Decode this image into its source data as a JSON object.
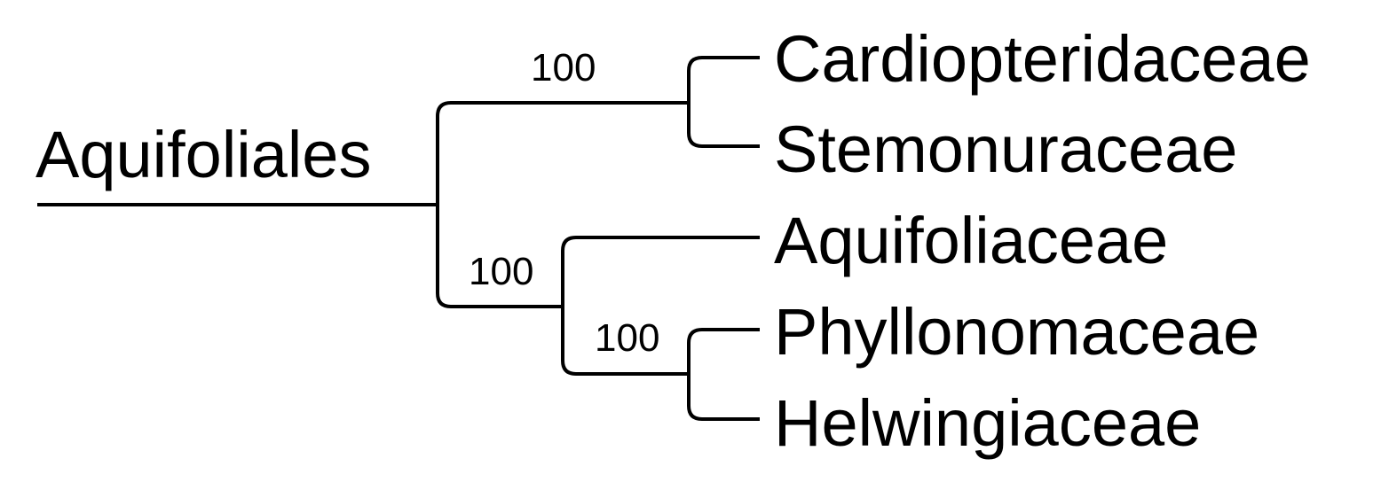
{
  "order": {
    "name": "Aquifoliales"
  },
  "taxa": [
    "Cardiopteridaceae",
    "Stemonuraceae",
    "Aquifoliaceae",
    "Phyllonomaceae",
    "Helwingiaceae"
  ],
  "support_values": {
    "cardiopteridaceae_stemonuraceae_clade": "100",
    "aquifoliaceae_clade": "100",
    "phyllonomaceae_helwingiaceae_clade": "100"
  },
  "colors": {
    "line": "#000000",
    "text": "#000000",
    "background": "#ffffff"
  }
}
